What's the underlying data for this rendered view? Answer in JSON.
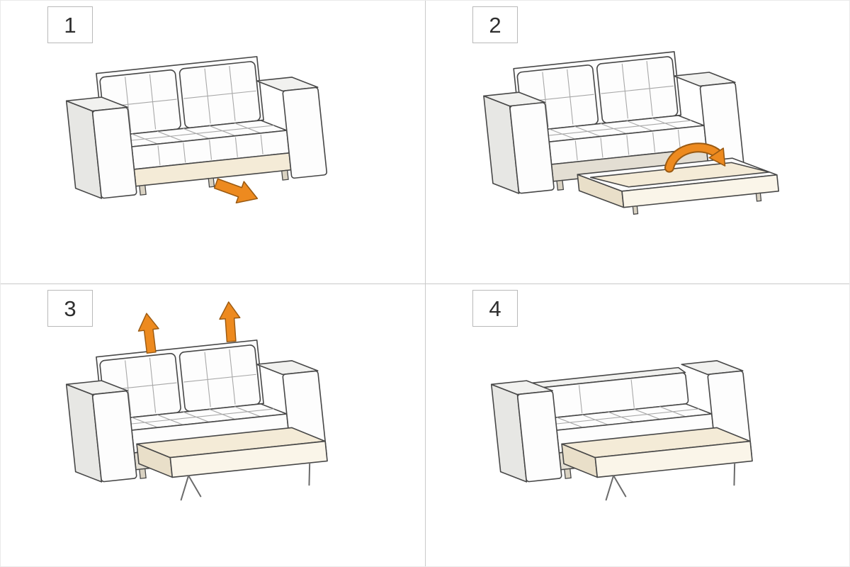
{
  "figure": {
    "kind": "sofa-bed-unfolding-instructions",
    "panel_count": 4
  },
  "panels": [
    {
      "step": "1",
      "action": "pull-out-underseat-drawer",
      "arrow_icon": "pull-out-arrow-icon"
    },
    {
      "step": "2",
      "action": "flip-open-platform",
      "arrow_icon": "flip-arrow-icon"
    },
    {
      "step": "3",
      "action": "lift-back-cushions",
      "arrow_icon": "lift-arrow-icon"
    },
    {
      "step": "4",
      "action": "bed-ready",
      "arrow_icon": "none"
    }
  ],
  "colors": {
    "ink": "#474747",
    "accent_orange": "#ED8A1F",
    "accent_orange_dark": "#9A5A12",
    "cream": "#F4EBD7",
    "divider": "#C9C9C9"
  }
}
